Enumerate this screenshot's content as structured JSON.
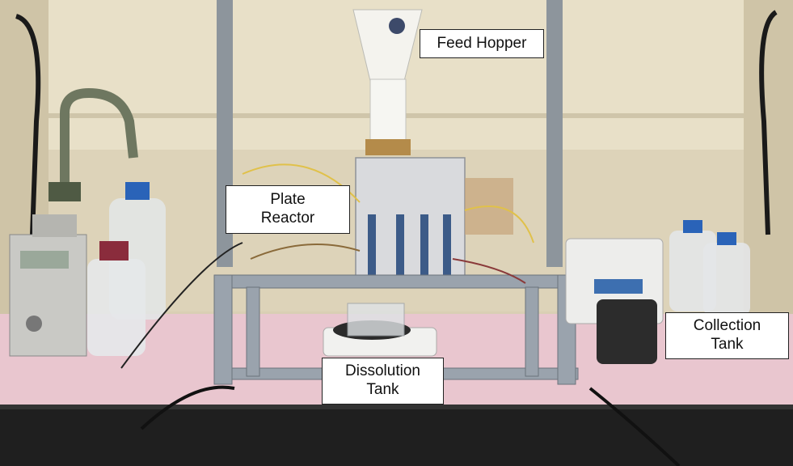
{
  "labels": {
    "feed_hopper": "Feed Hopper",
    "plate_reactor": [
      "Plate",
      "Reactor"
    ],
    "dissolution_tank": [
      "Dissolution",
      "Tank"
    ],
    "collection_tank": [
      "Collection",
      "Tank"
    ]
  },
  "scene_elements": [
    "fume-hood-back-wall",
    "lab-bench",
    "bench-absorbent-pad",
    "feed-hopper-funnel",
    "plate-reactor-assembly",
    "aluminum-frame",
    "magnetic-stirrer",
    "dissolution-beaker",
    "syringe-pump",
    "peristaltic-pump",
    "reagent-bottles",
    "thermocouple-wires"
  ],
  "colors": {
    "wall": "#e8e0c8",
    "bench_pad": "#e9c6cf",
    "bench_top": "#1f1f1f",
    "frame": "#9aa3ad",
    "callout_border": "#222222"
  }
}
